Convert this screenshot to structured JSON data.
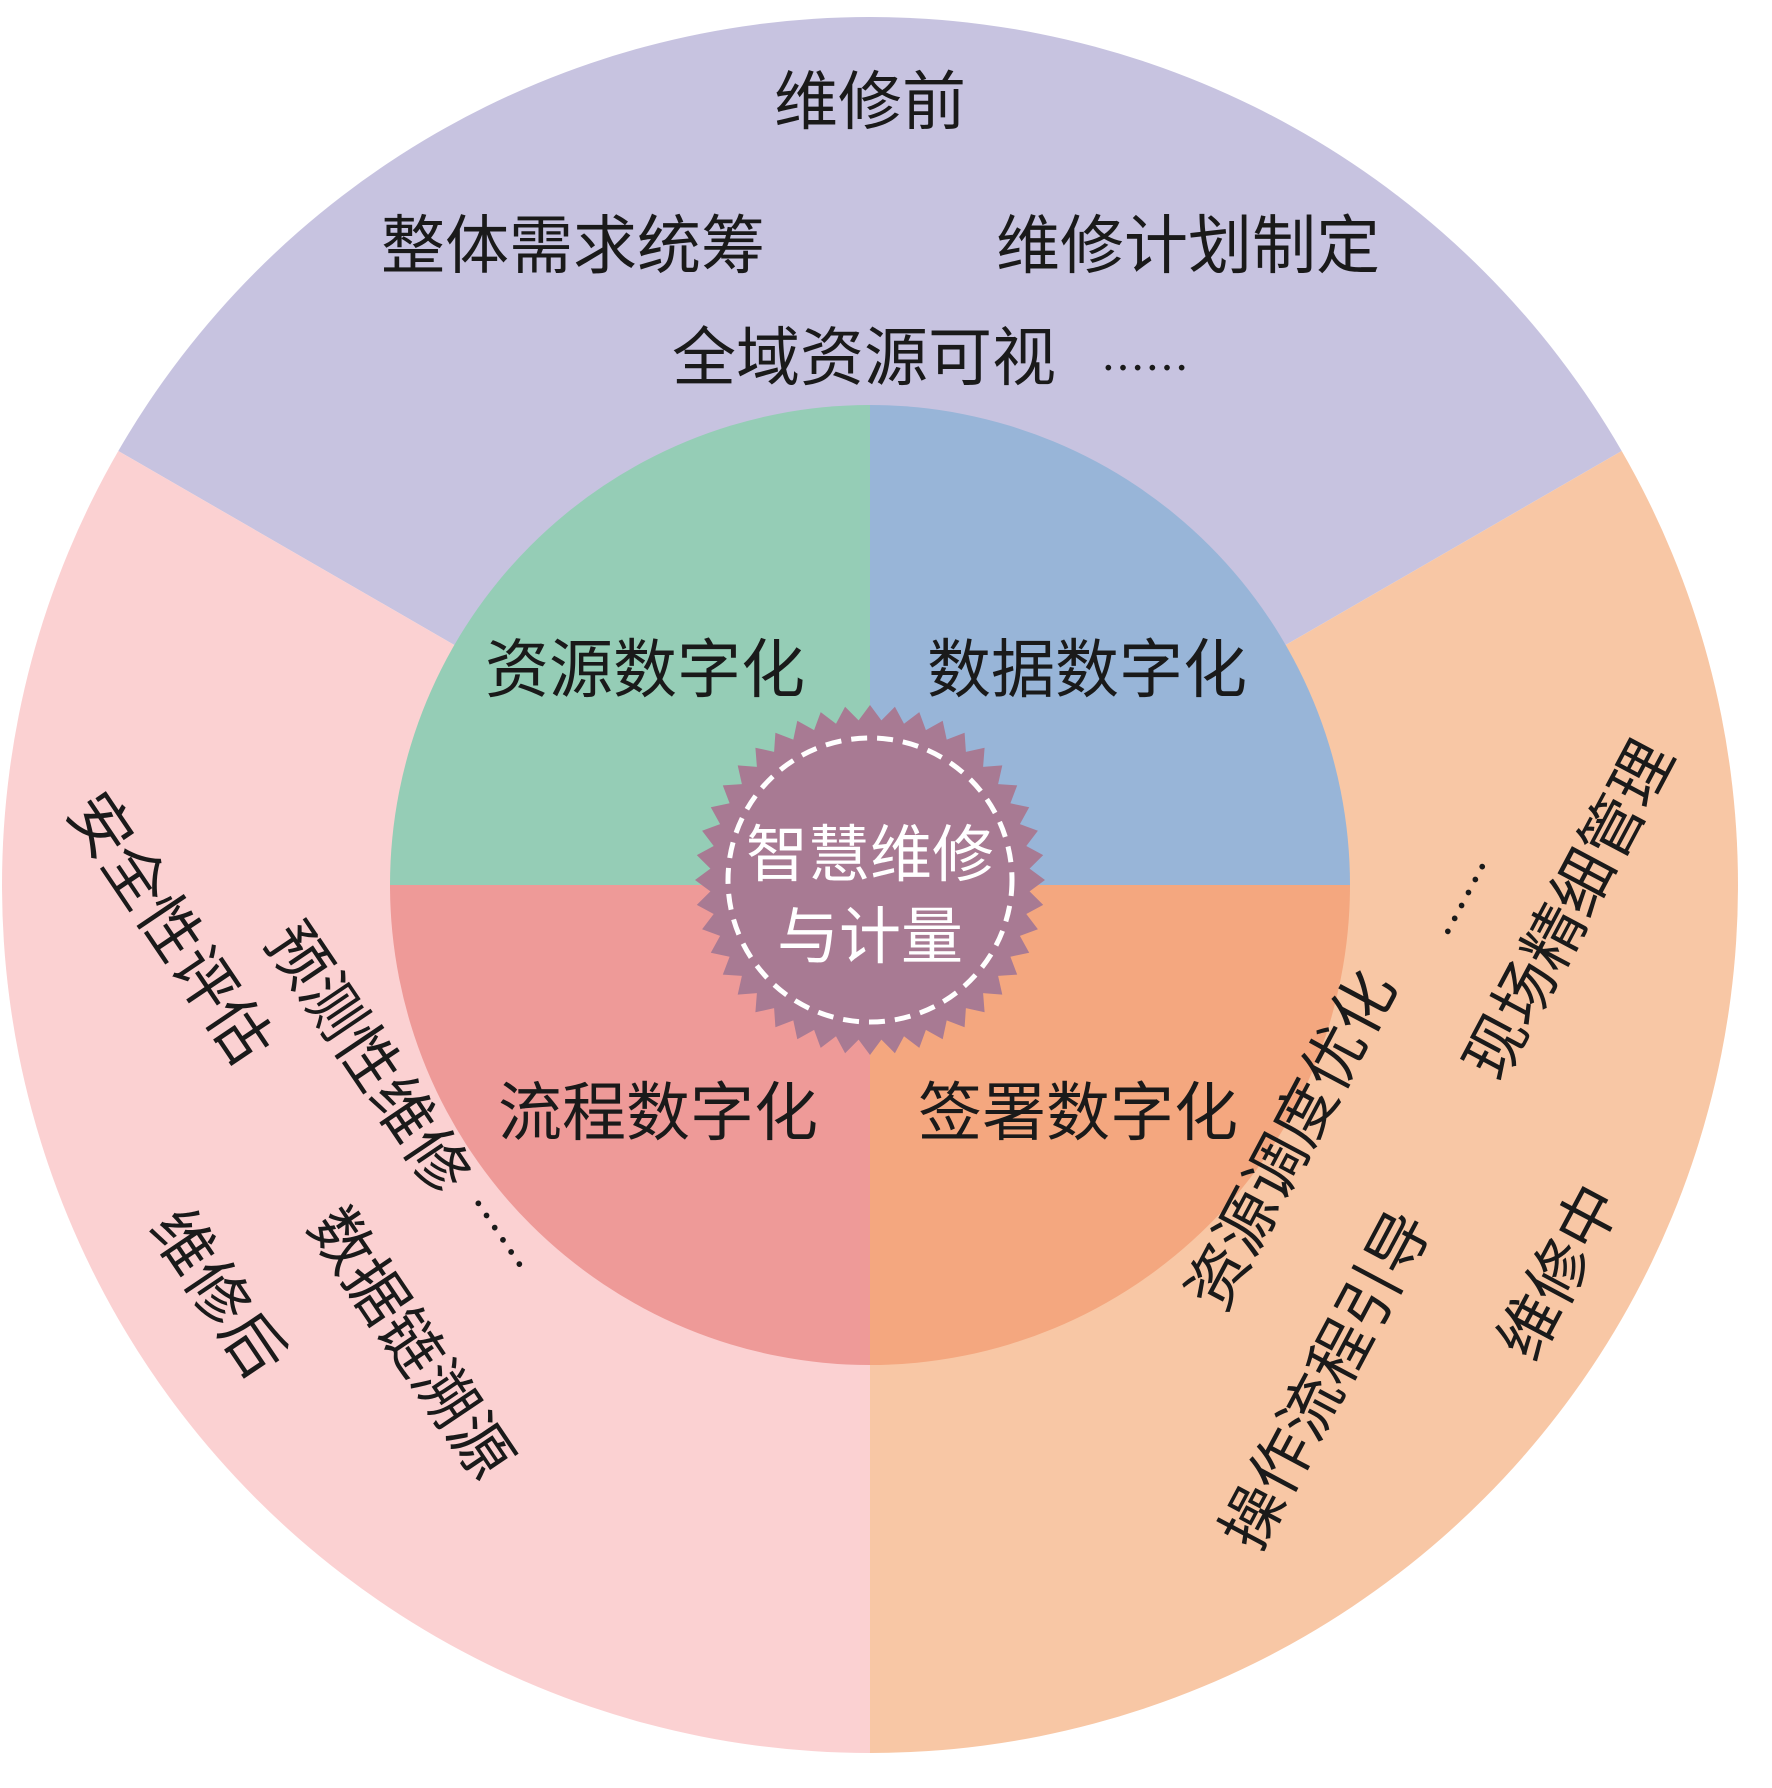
{
  "outer": [
    {
      "key": "before",
      "title": "维修前",
      "items": [
        "整体需求统筹",
        "维修计划制定",
        "全域资源可视",
        "……"
      ],
      "color": "#c7c3e0"
    },
    {
      "key": "during",
      "title": "维修中",
      "items": [
        "现场精细管理",
        "……",
        "资源调度优化",
        "操作流程引导"
      ],
      "color": "#f8c7a5"
    },
    {
      "key": "after",
      "title": "维修后",
      "items": [
        "安全性评估",
        "预测性维修",
        "数据链溯源",
        "……"
      ],
      "color": "#fbd1d2"
    }
  ],
  "inner": [
    {
      "key": "resource",
      "label": "资源数字化",
      "color": "#95cdb6"
    },
    {
      "key": "data",
      "label": "数据数字化",
      "color": "#98b5d8"
    },
    {
      "key": "process",
      "label": "流程数字化",
      "color": "#ee9a98"
    },
    {
      "key": "sign",
      "label": "签署数字化",
      "color": "#f4a77f"
    }
  ],
  "center": {
    "line1": "智慧维修",
    "line2": "与计量",
    "color": "#a87a93",
    "dash_color": "#ffffff"
  }
}
